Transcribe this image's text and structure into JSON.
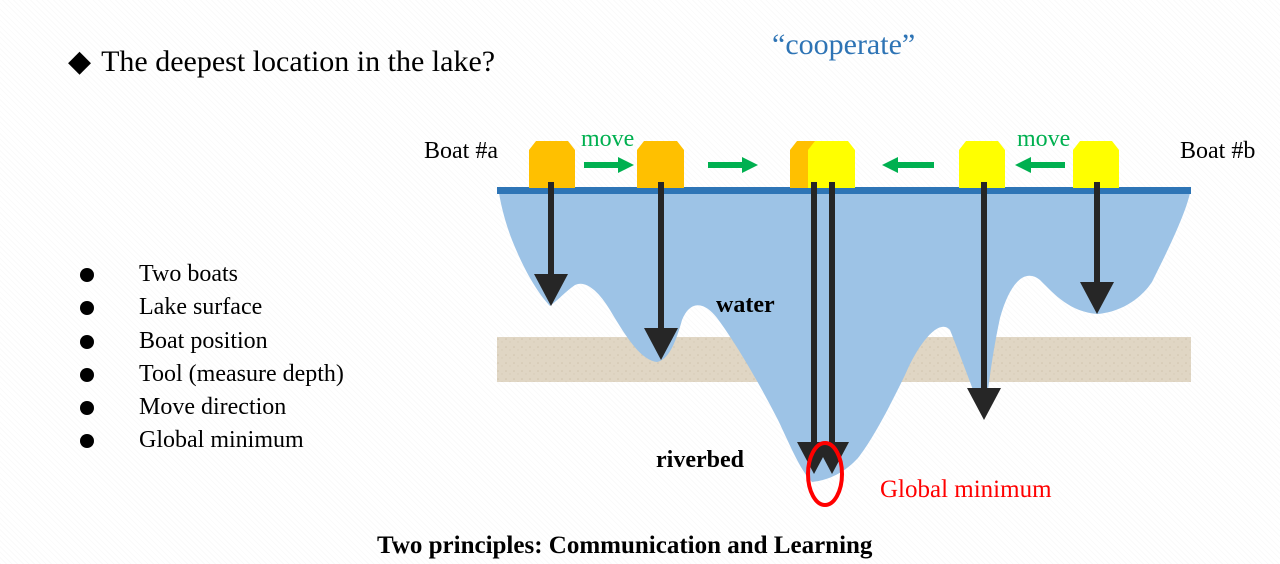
{
  "title": "The deepest location in the lake?",
  "title_marker": "◆",
  "cooperate": "“cooperate”",
  "bullets": [
    "Two boats",
    "Lake surface",
    "Boat position",
    "Tool (measure depth)",
    "Move direction",
    "Global minimum"
  ],
  "diagram": {
    "boat_a_label": "Boat #a",
    "boat_b_label": "Boat #b",
    "move_left_label": "move",
    "move_right_label": "move",
    "water_label": "water",
    "riverbed_label": "riverbed",
    "global_min_label": "Global minimum"
  },
  "footer": "Two principles: Communication and Learning",
  "colors": {
    "water": "#9dc3e6",
    "surface": "#2e75b6",
    "sand": "#e0d6c4",
    "boat_a": "#ffc000",
    "boat_b": "#ffff00",
    "move_arrow": "#00b050",
    "cooperate": "#2e74b5",
    "global_min": "#ff0000",
    "probe": "#262626"
  }
}
